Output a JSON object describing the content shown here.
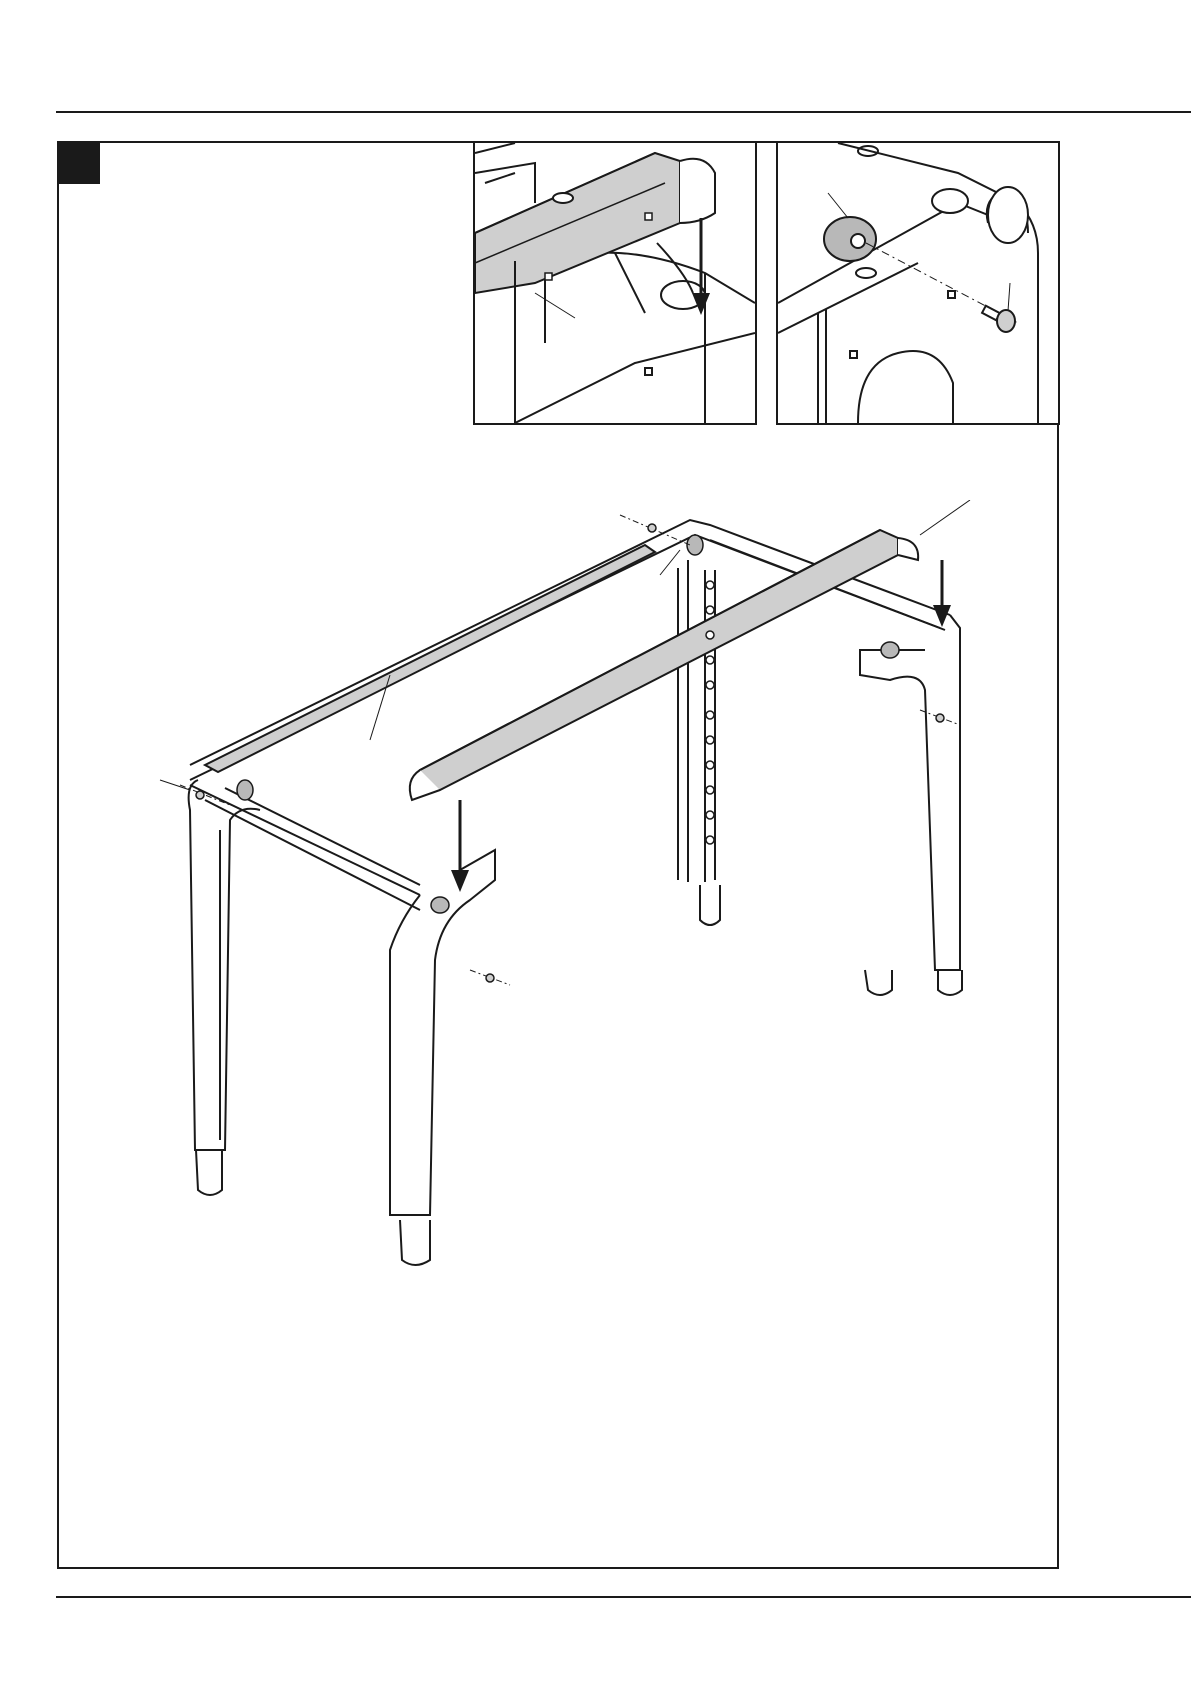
{
  "step": {
    "number": ""
  },
  "icons": {
    "step_badge": "black-square-badge",
    "detail_left": "rail-insertion-detail",
    "detail_right": "cam-lock-and-bolt-detail",
    "main": "table-frame-assembly-drawing"
  },
  "colors": {
    "ink": "#1a1a1a",
    "part_fill": "#cfcfcf",
    "paper": "#ffffff"
  }
}
